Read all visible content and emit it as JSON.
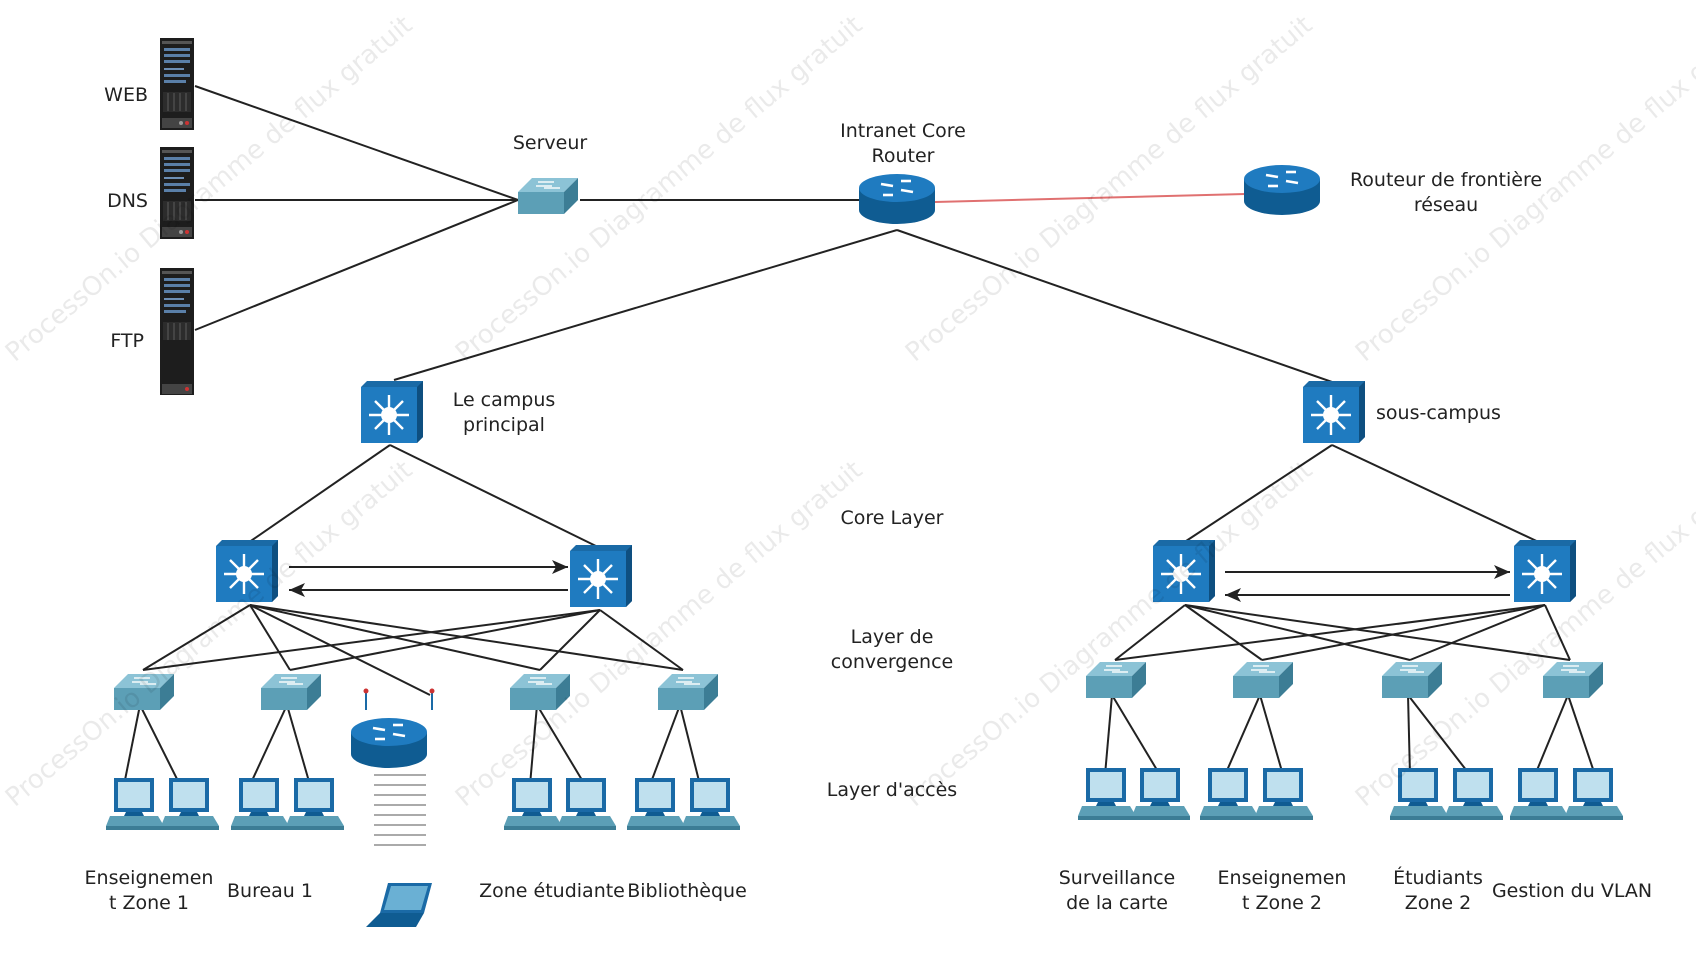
{
  "watermark": "ProcessOn.io Diagramme de flux gratuit",
  "colors": {
    "line": "#222222",
    "link_red": "#e07070",
    "device_blue": "#1a6aa6",
    "switch_teal": "#5c9fb6"
  },
  "labels": {
    "web": "WEB",
    "dns": "DNS",
    "ftp": "FTP",
    "serveur": "Serveur",
    "core_router_l1": "Intranet Core",
    "core_router_l2": "Router",
    "border_router_l1": "Routeur de frontière",
    "border_router_l2": "réseau",
    "campus_main_l1": "Le campus",
    "campus_main_l2": "principal",
    "sub_campus": "sous-campus",
    "core_layer": "Core Layer",
    "convergence_l1": "Layer de",
    "convergence_l2": "convergence",
    "access_layer": "Layer d'accès",
    "left_zones": {
      "enseignement_1_l1": "Enseignemen",
      "enseignement_1_l2": "t Zone 1",
      "bureau_1": "Bureau 1",
      "zone_etudiante": "Zone étudiante",
      "bibliotheque": "Bibliothèque"
    },
    "right_zones": {
      "surveillance_l1": "Surveillance",
      "surveillance_l2": "de la carte",
      "enseignement_2_l1": "Enseignemen",
      "enseignement_2_l2": "t Zone 2",
      "etudiants_2_l1": "Étudiants",
      "etudiants_2_l2": "Zone 2",
      "vlan": "Gestion du VLAN"
    }
  }
}
